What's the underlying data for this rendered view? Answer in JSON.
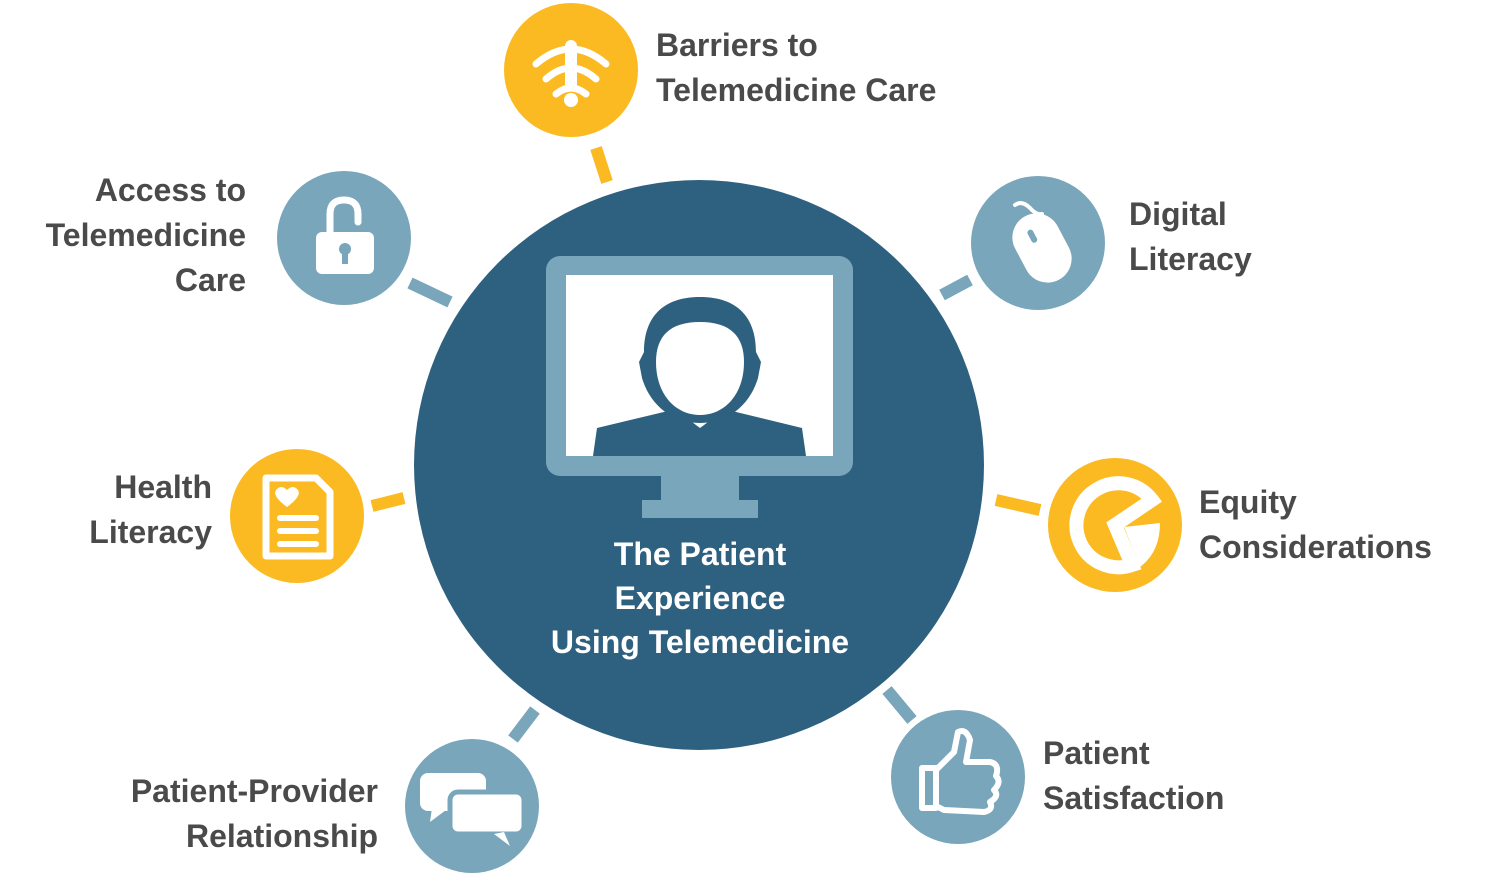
{
  "colors": {
    "navy": "#2e6180",
    "steel": "#7aa6bb",
    "gold": "#fbba21",
    "text": "#4a4a4a"
  },
  "center": {
    "title_lines": [
      "The Patient",
      "Experience",
      "Using Telemedicine"
    ],
    "icon": "person-on-monitor-icon"
  },
  "nodes": {
    "barriers": {
      "lines": [
        "Barriers to",
        "Telemedicine Care"
      ],
      "icon": "wifi-warning-icon"
    },
    "digital": {
      "lines": [
        "Digital",
        "Literacy"
      ],
      "icon": "computer-mouse-icon"
    },
    "equity": {
      "lines": [
        "Equity",
        "Considerations"
      ],
      "icon": "pie-chart-icon"
    },
    "satisfaction": {
      "lines": [
        "Patient",
        "Satisfaction"
      ],
      "icon": "thumbs-up-icon"
    },
    "relationship": {
      "lines": [
        "Patient-Provider",
        "Relationship"
      ],
      "icon": "chat-bubbles-icon"
    },
    "health": {
      "lines": [
        "Health",
        "Literacy"
      ],
      "icon": "health-document-icon"
    },
    "access": {
      "lines": [
        "Access to",
        "Telemedicine",
        "Care"
      ],
      "icon": "unlocked-padlock-icon"
    }
  }
}
